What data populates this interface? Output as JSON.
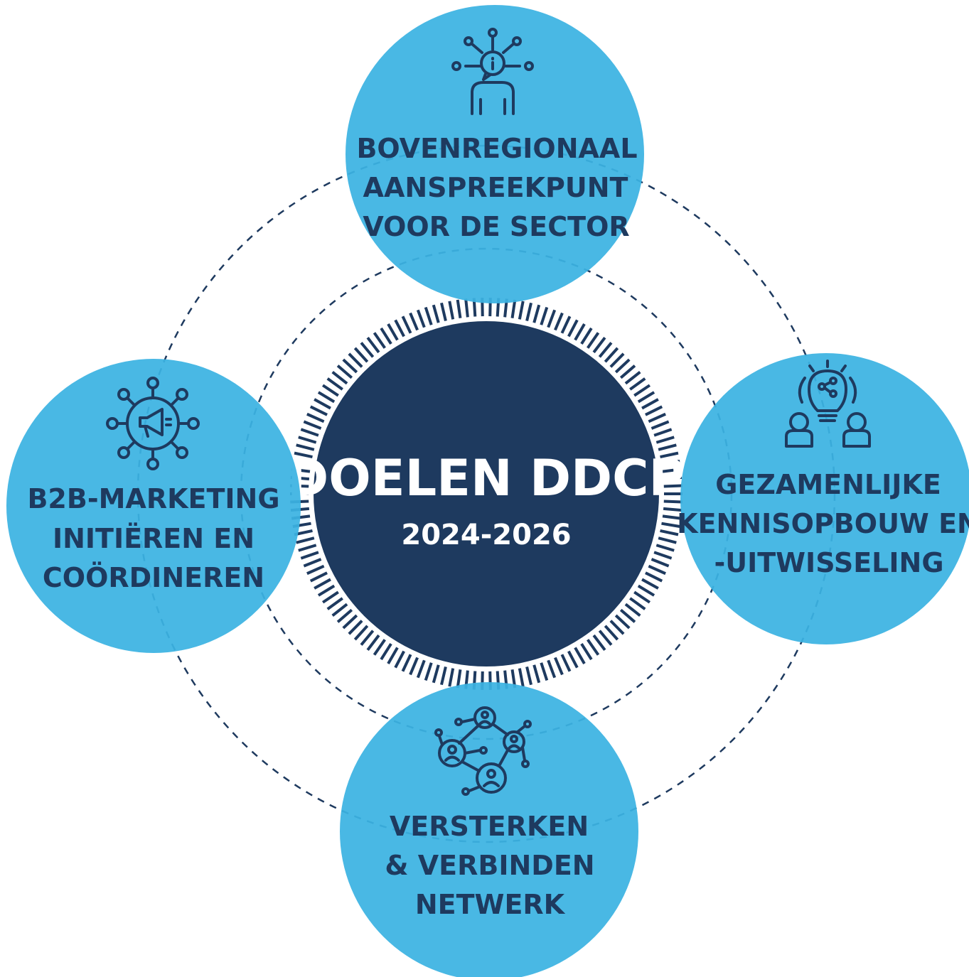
{
  "center": {
    "title": "DOELEN DDCP",
    "subtitle": "2024-2026"
  },
  "goals": [
    {
      "id": "top",
      "icon": "info-person-icon",
      "lines": [
        "BOVENREGIONAAL",
        "AANSPREEKPUNT",
        "VOOR DE SECTOR"
      ]
    },
    {
      "id": "right",
      "icon": "idea-sharing-icon",
      "lines": [
        "GEZAMENLIJKE",
        "KENNISOPBOUW EN",
        "-UITWISSELING"
      ]
    },
    {
      "id": "bottom",
      "icon": "people-network-icon",
      "lines": [
        "VERSTERKEN",
        "& VERBINDEN",
        "NETWERK"
      ]
    },
    {
      "id": "left",
      "icon": "megaphone-network-icon",
      "lines": [
        "B2B-MARKETING",
        "INITIËREN EN",
        "COÖRDINEREN"
      ]
    }
  ],
  "colors": {
    "goal_circle": "#3bb3e2",
    "center_circle": "#1e3a5f",
    "text_dark": "#1e3a5f",
    "dashed_ring": "#1e3a5f"
  }
}
